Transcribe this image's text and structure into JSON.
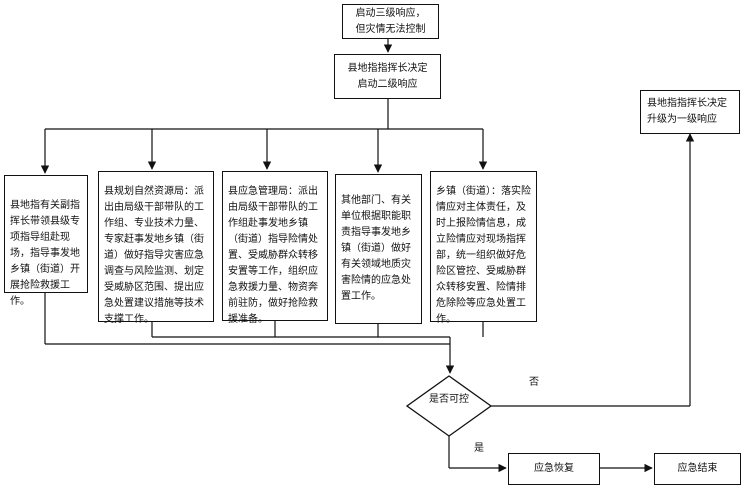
{
  "nodes": {
    "start": "启动三级响应，但灾情无法控制",
    "upgrade2": "县地指指挥长决定启动二级响应",
    "upgrade1": "县地指指挥长决定升级为一级响应",
    "dept1": "县地指有关副指挥长带领县级专项指导组赴现场，指导事发地乡镇（街道）开展抢险救援工作。",
    "dept2": "县规划自然资源局：派出由局级干部带队的工作组、专业技术力量、专家赶事发地乡镇（街道）做好指导灾害应急调查与风险监测、划定受威胁区范围、提出应急处置建议措施等技术支撑工作。",
    "dept3": "县应急管理局：派出由局级干部带队的工作组赴事发地乡镇（街道）指导险情处置、受威胁群众转移安置等工作，组织应急救援力量、物资奔前驻防，做好抢险救援准备。",
    "dept4": "其他部门、有关单位根据职能职责指导事发地乡镇（街道）做好有关领域地质灾害险情的应急处置工作。",
    "dept5": "乡镇（街道）：落实险情应对主体责任，及时上报险情信息，成立险情应对现场指挥部，统一组织做好危险区管控、受威胁群众转移安置、险情排危除险等应急处置工作。",
    "decision": "是否可控",
    "recovery": "应急恢复",
    "end": "应急结束"
  },
  "edge_labels": {
    "no": "否",
    "yes": "是"
  }
}
